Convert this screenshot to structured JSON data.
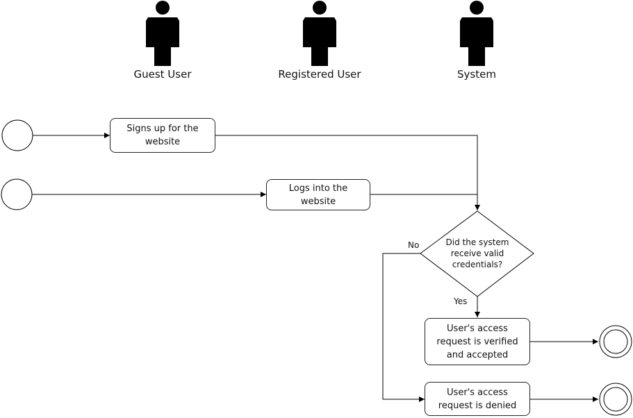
{
  "actors": [
    {
      "label": "Guest User"
    },
    {
      "label": "Registered User"
    },
    {
      "label": "System"
    }
  ],
  "activities": {
    "signup": "Signs up for the website",
    "login": "Logs into the website",
    "accepted": "User's access request is verified and accepted",
    "denied": "User's access request is denied"
  },
  "decision": {
    "text": "Did the system receive valid credentials?",
    "no_label": "No",
    "yes_label": "Yes"
  }
}
